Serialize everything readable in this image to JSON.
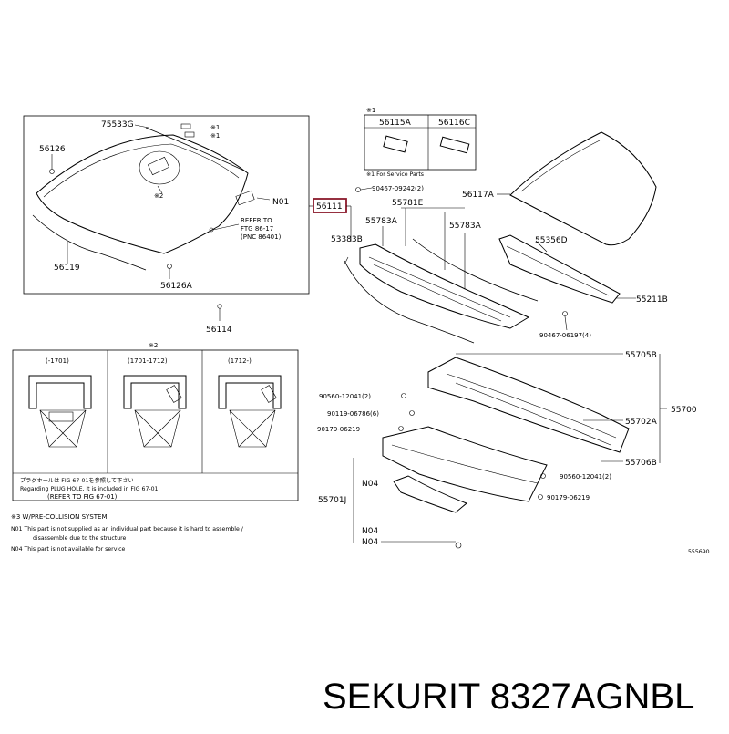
{
  "callouts": {
    "p75533G": "75533G",
    "p56126": "56126",
    "p56119": "56119",
    "p56126A": "56126A",
    "p56114": "56114",
    "ast1_a": "※1",
    "ast1_b": "※1",
    "ast2": "※2",
    "n01": "N01",
    "refer_line1": "REFER TO",
    "refer_line2": "FTG 86-17",
    "refer_line3": "(PNC 86401)",
    "p56111": "56111",
    "p56115A": "56115A",
    "p56116C": "56116C",
    "ast1_top": "※1",
    "service_note": "※1 For Service Parts",
    "p90467_a": "90467-09242(2)",
    "p57781E": "55781E",
    "p55783A_l": "55783A",
    "p55783A_r": "55783A",
    "p53383B": "53383B",
    "p56117A": "56117A",
    "p55356D": "55356D",
    "p55211B": "55211B",
    "p90467_b": "90467-06197(4)",
    "p55705B": "55705B",
    "p55700": "55700",
    "p55702A": "55702A",
    "p55706B": "55706B",
    "p90560_l": "90560-12041(2)",
    "p90119": "90119-06786(6)",
    "p90179_l": "90179-06219",
    "p90560_r": "90560-12041(2)",
    "p90179_r": "90179-06219",
    "p55701J": "55701J",
    "n04_a": "N04",
    "n04_b": "N04",
    "n04_c": "N04",
    "code": "555690"
  },
  "inset": {
    "title": "※2",
    "col1": "(-1701)",
    "col2": "(1701-1712)",
    "col3": "(1712-)",
    "plug_jp": "プラグホールは FIG 67-01を参照して下さい",
    "plug_en": "Regarding PLUG HOLE, it is included in FIG 67-01",
    "plug_ref": "(REFER TO FIG 67-01)"
  },
  "notes": {
    "system": "※3 W/PRE-COLLISION SYSTEM",
    "n01a": "N01   This part is not supplied as an individual part because it is hard to assemble /",
    "n01b": "disassemble due to the structure",
    "n04": "N04   This part is not available for service"
  },
  "product": {
    "title": "SEKURIT 8327AGNBL",
    "highlight_color": "#8b1a2b"
  }
}
